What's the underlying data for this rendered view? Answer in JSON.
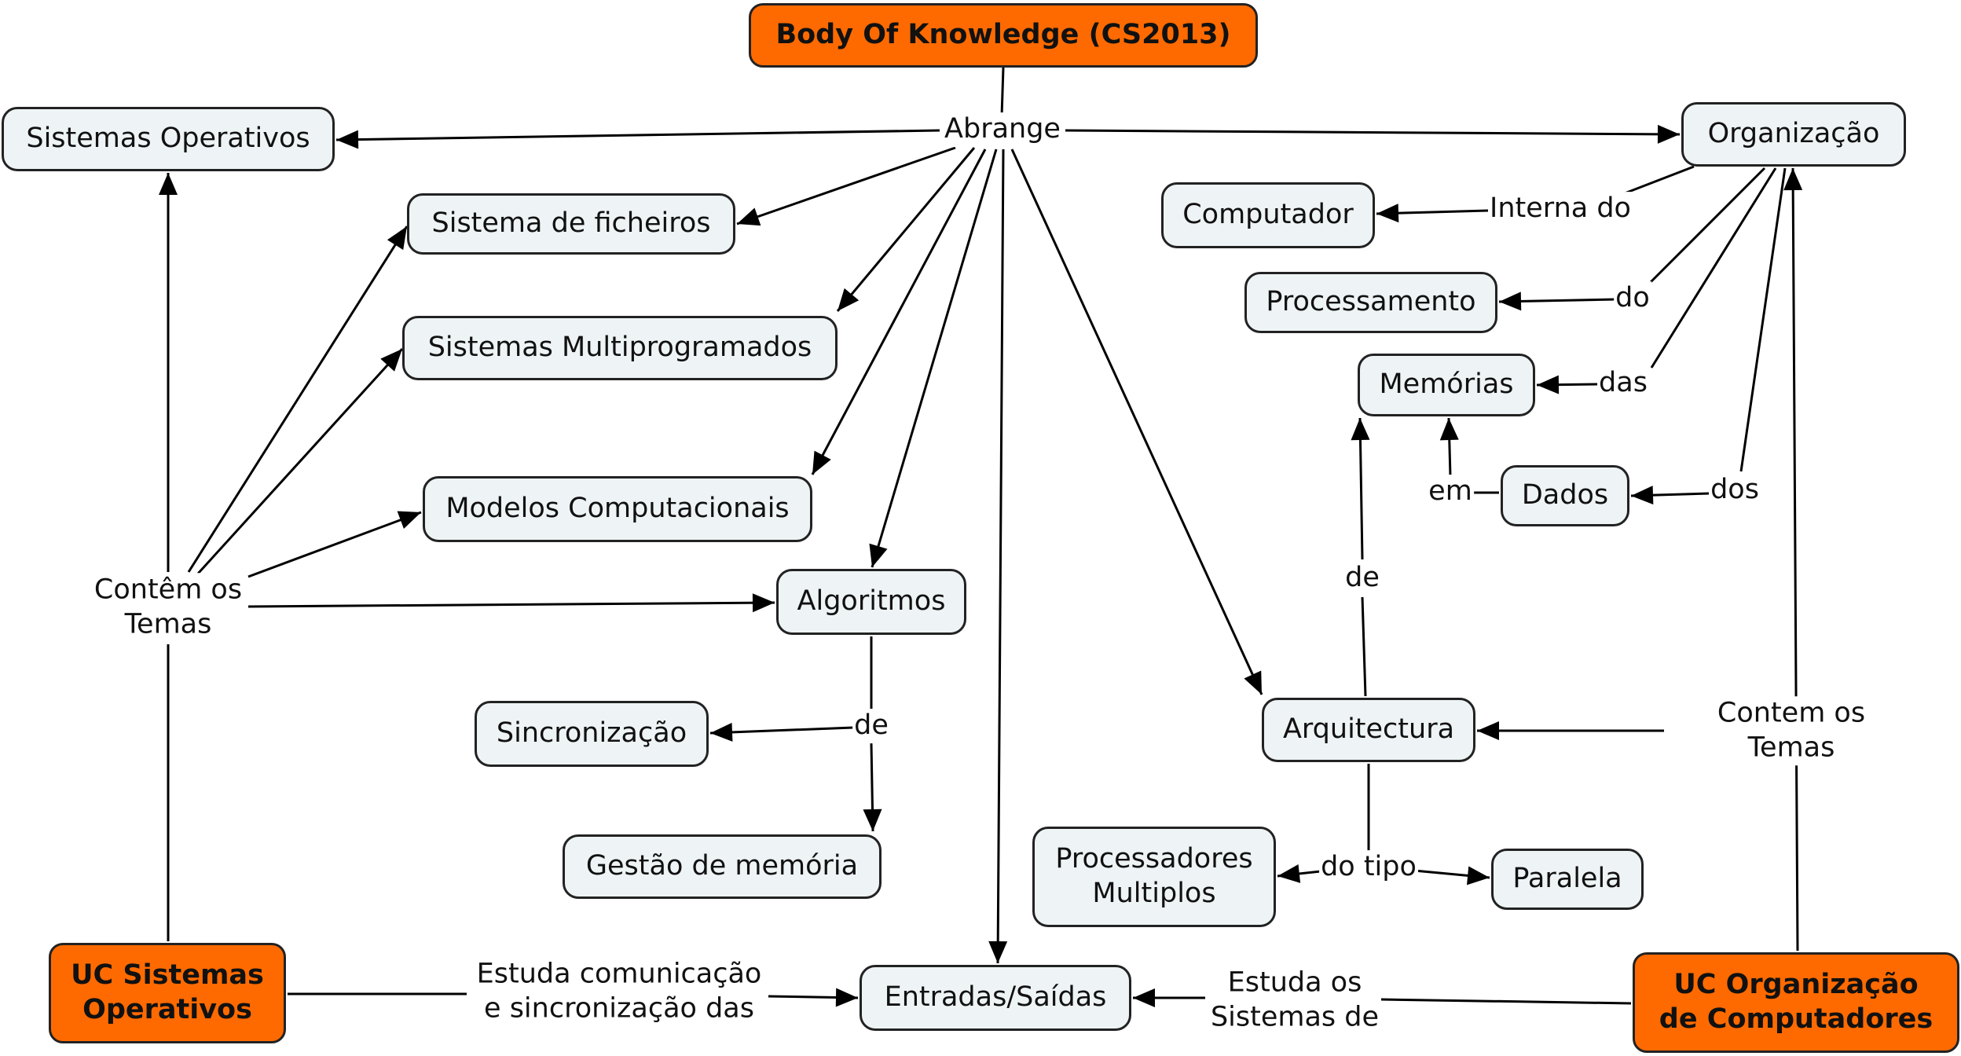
{
  "colors": {
    "root_fill": "#ff6a00",
    "node_fill": "#eef3f5",
    "line": "#000000"
  },
  "nodes": {
    "bok": "Body Of Knowledge (CS2013)",
    "so": "Sistemas Operativos",
    "org": "Organização",
    "fich": "Sistema de ficheiros",
    "multi": "Sistemas Multiprogramados",
    "mod": "Modelos Computacionais",
    "alg": "Algoritmos",
    "sinc": "Sincronização",
    "gest": "Gestão de memória",
    "es": "Entradas/Saídas",
    "comp": "Computador",
    "proc": "Processamento",
    "mem": "Memórias",
    "dados": "Dados",
    "arq": "Arquitectura",
    "pm": "Processadores\nMultiplos",
    "par": "Paralela",
    "ucso": "UC Sistemas\nOperativos",
    "ucoc": "UC Organização\nde Computadores"
  },
  "labels": {
    "abrange": "Abrange",
    "contem": "Contêm os\nTemas",
    "de_alg": "de",
    "interna": "Interna do",
    "do": "do",
    "das": "das",
    "dos": "dos",
    "em": "em",
    "de_arq": "de",
    "contem2": "Contem os Temas",
    "dotipo": "do tipo",
    "estuda1": "Estuda comunicação\ne sincronização das",
    "estuda2": "Estuda os\nSistemas de"
  }
}
